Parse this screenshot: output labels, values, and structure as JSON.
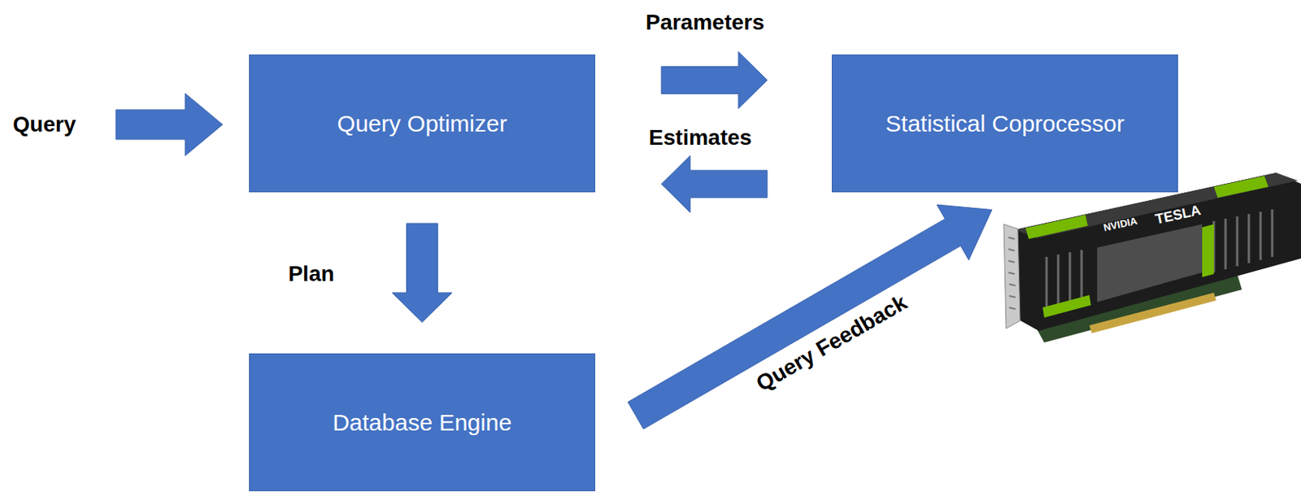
{
  "diagram": {
    "nodes": [
      {
        "text": [
          "Query Optimizer"
        ]
      },
      {
        "text": [
          "Statistical Coprocessor"
        ]
      },
      {
        "text": [
          "Database Engine"
        ]
      }
    ],
    "edges": [
      {
        "from": 0,
        "to": 1,
        "label": "Parameters",
        "arrow": "to"
      },
      {
        "from": 1,
        "to": 0,
        "label": "Estimates",
        "arrow": "to"
      },
      {
        "from": 0,
        "to": 2,
        "label": "Plan",
        "arrow": "to"
      },
      {
        "from": 2,
        "to": 1,
        "label": "Query Feedback",
        "arrow": "to"
      }
    ],
    "labels": [
      "Query",
      "NVIDIA",
      "TESLA"
    ]
  }
}
